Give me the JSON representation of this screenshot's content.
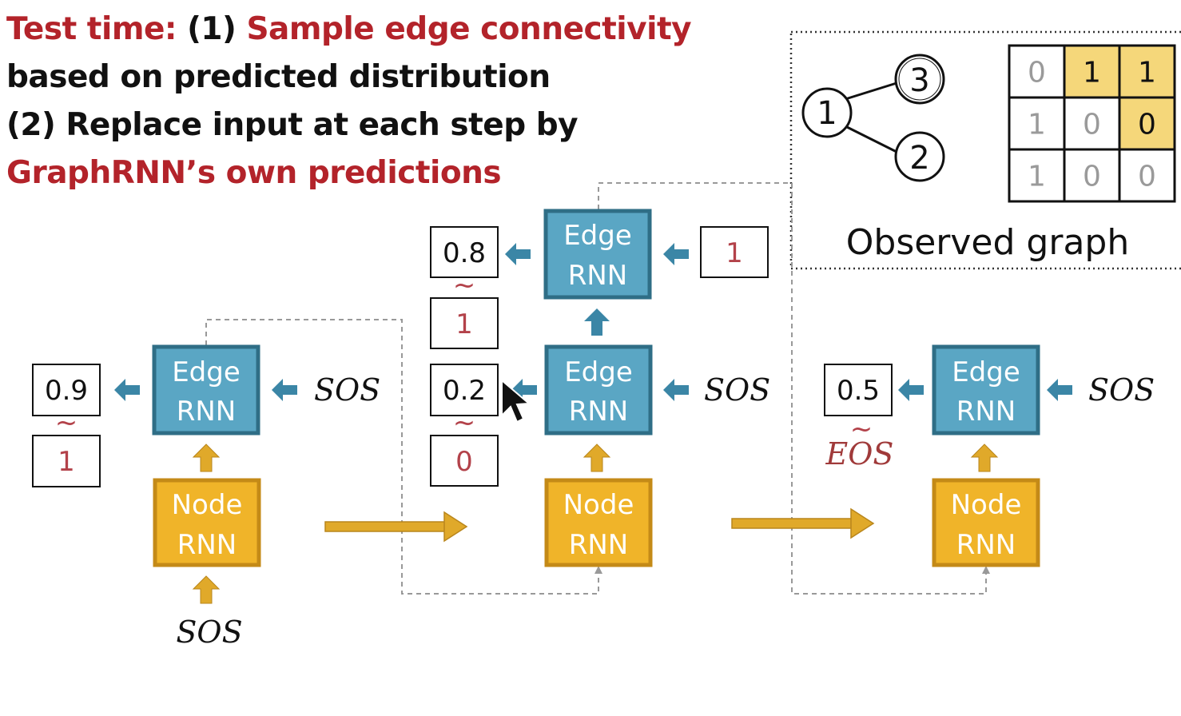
{
  "title": {
    "line1_prefix": "Test time: ",
    "line1_num": "(1) ",
    "line1_red": "Sample edge connectivity",
    "line2": "based on predicted distribution",
    "line3": "(2) Replace input at each step by",
    "line4_red": "GraphRNN’s own predictions"
  },
  "labels": {
    "edge_rnn_top": "Edge",
    "edge_rnn_bottom": "RNN",
    "node_rnn_top": "Node",
    "node_rnn_bottom": "RNN",
    "sos": "SOS",
    "eos": "EOS",
    "tilde": "~"
  },
  "step1": {
    "edge_prob": "0.9",
    "edge_sample": "1"
  },
  "step2": {
    "upper_prob": "0.8",
    "upper_sample": "1",
    "upper_input": "1",
    "lower_prob": "0.2",
    "lower_sample": "0"
  },
  "step3": {
    "edge_prob": "0.5"
  },
  "observed": {
    "caption": "Observed graph",
    "nodes": [
      "1",
      "2",
      "3"
    ],
    "matrix": [
      [
        "0",
        "1",
        "1"
      ],
      [
        "1",
        "0",
        "0"
      ],
      [
        "1",
        "0",
        "0"
      ]
    ],
    "highlight": [
      [
        0,
        1
      ],
      [
        0,
        2
      ],
      [
        1,
        2
      ]
    ],
    "highlight_color": "#f5d77a"
  },
  "colors": {
    "edge_fill": "#5aa6c4",
    "edge_border": "#2f6e86",
    "node_fill": "#f0b429",
    "node_border": "#c48a17",
    "arrow_blue": "#3b86a6",
    "arrow_gold": "#e0a92a",
    "accent_red": "#b3232a"
  }
}
